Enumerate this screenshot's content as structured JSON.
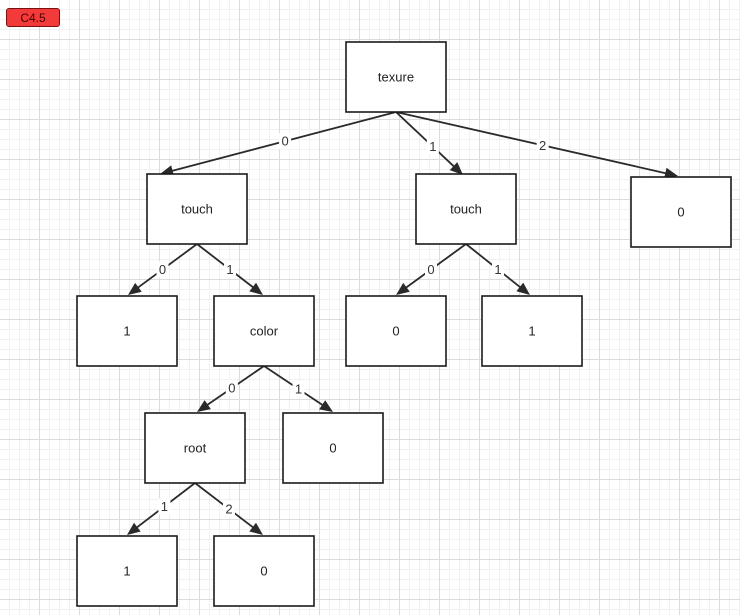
{
  "badge": {
    "label": "C4.5",
    "color": "#f33a3a"
  },
  "tree": {
    "nodes": [
      {
        "id": "n0",
        "label": "texure"
      },
      {
        "id": "n1",
        "label": "touch"
      },
      {
        "id": "n2",
        "label": "touch"
      },
      {
        "id": "n3",
        "label": "0"
      },
      {
        "id": "n4",
        "label": "1"
      },
      {
        "id": "n5",
        "label": "color"
      },
      {
        "id": "n6",
        "label": "0"
      },
      {
        "id": "n7",
        "label": "1"
      },
      {
        "id": "n8",
        "label": "root"
      },
      {
        "id": "n9",
        "label": "0"
      },
      {
        "id": "n10",
        "label": "1"
      },
      {
        "id": "n11",
        "label": "0"
      }
    ],
    "edges": [
      {
        "from": "n0",
        "to": "n1",
        "label": "0"
      },
      {
        "from": "n0",
        "to": "n2",
        "label": "1"
      },
      {
        "from": "n0",
        "to": "n3",
        "label": "2"
      },
      {
        "from": "n1",
        "to": "n4",
        "label": "0"
      },
      {
        "from": "n1",
        "to": "n5",
        "label": "1"
      },
      {
        "from": "n2",
        "to": "n6",
        "label": "0"
      },
      {
        "from": "n2",
        "to": "n7",
        "label": "1"
      },
      {
        "from": "n5",
        "to": "n8",
        "label": "0"
      },
      {
        "from": "n5",
        "to": "n9",
        "label": "1"
      },
      {
        "from": "n8",
        "to": "n10",
        "label": "1"
      },
      {
        "from": "n8",
        "to": "n11",
        "label": "2"
      }
    ]
  }
}
